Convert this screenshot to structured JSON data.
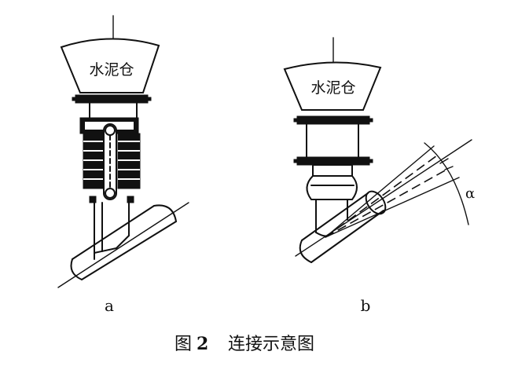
{
  "figure": {
    "caption_prefix": "图",
    "caption_number": "2",
    "caption_text": "连接示意图",
    "silo_label": "水泥仓",
    "panel_a_label": "a",
    "panel_b_label": "b",
    "angle_label": "α"
  }
}
